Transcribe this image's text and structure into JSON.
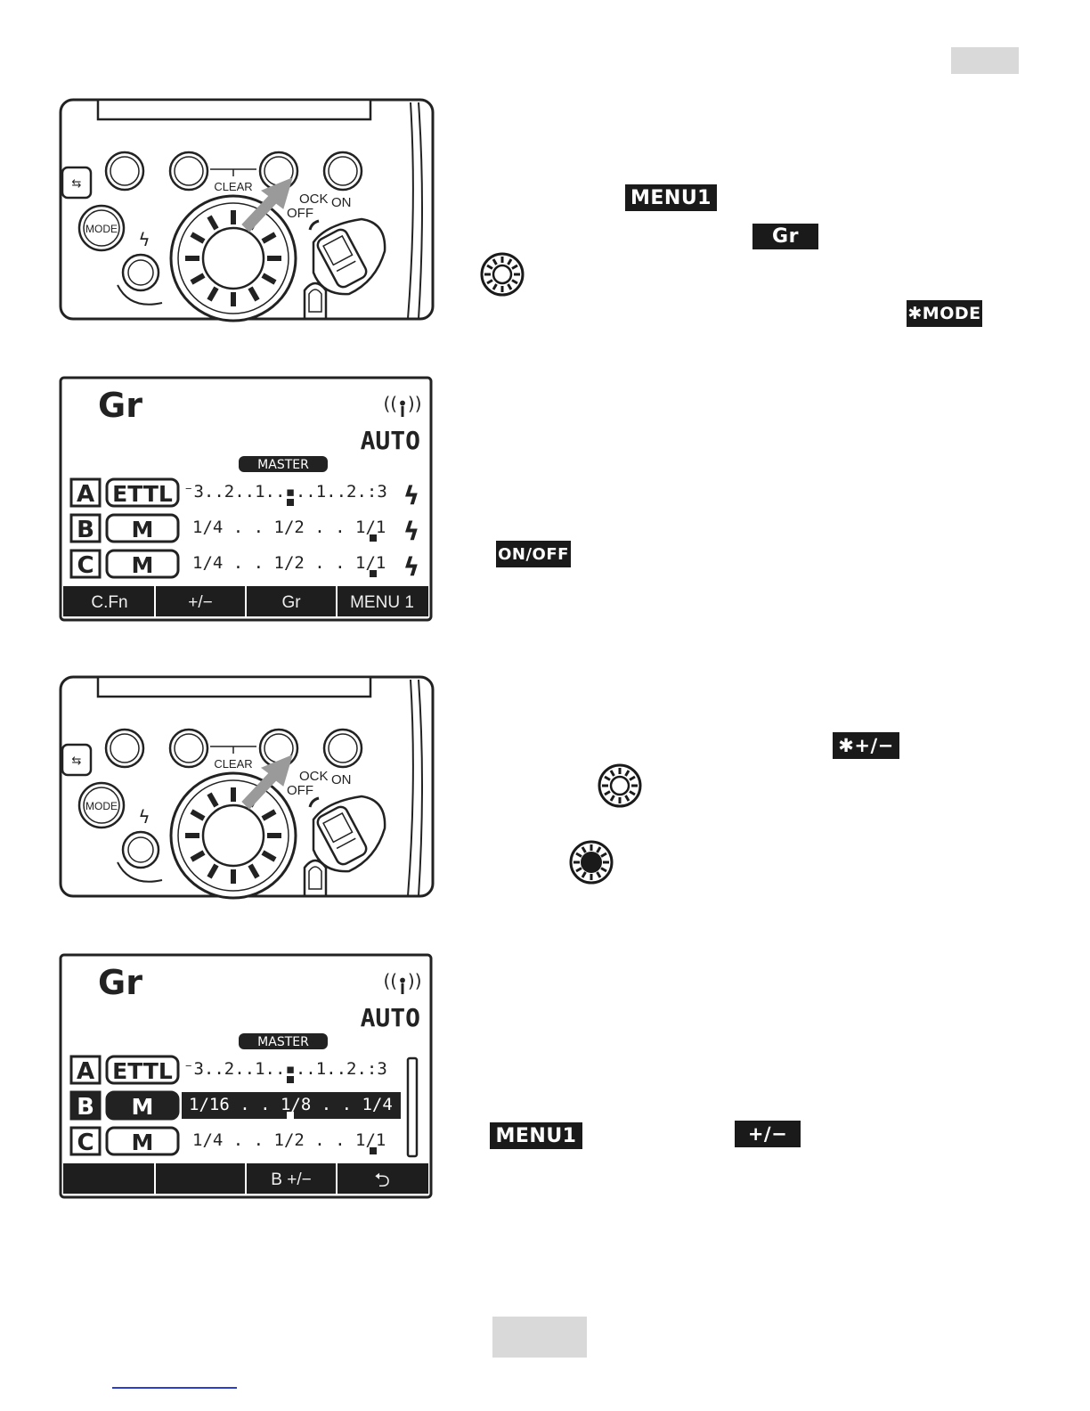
{
  "page": {
    "gray_tab_top": "",
    "gray_tab_bottom": ""
  },
  "flash_panel": {
    "clear_label": "CLEAR",
    "lock_label": "OCK",
    "off_label": "OFF",
    "on_label": "ON",
    "mode_label": "MODE"
  },
  "lcd_1": {
    "mode_label": "Gr",
    "auto_label": "AUTO",
    "master_label": "MASTER",
    "rows": [
      {
        "group": "A",
        "mode": "ETTL",
        "scale": "⁻3..2..1..▪..1..2.:3"
      },
      {
        "group": "B",
        "mode": "M",
        "scale": "1/4 . . 1/2 . . 1/1"
      },
      {
        "group": "C",
        "mode": "M",
        "scale": "1/4 . . 1/2 . . 1/1"
      }
    ],
    "softkeys": [
      "C.Fn",
      "+/−",
      "Gr",
      "MENU 1"
    ]
  },
  "lcd_2": {
    "mode_label": "Gr",
    "auto_label": "AUTO",
    "master_label": "MASTER",
    "rows": [
      {
        "group": "A",
        "mode": "ETTL",
        "scale": "⁻3..2..1..▪..1..2.:3"
      },
      {
        "group": "B",
        "mode": "M",
        "scale": "1/16 . . 1/8 . . 1/4"
      },
      {
        "group": "C",
        "mode": "M",
        "scale": "1/4 . . 1/2 . . 1/1"
      }
    ],
    "softkeys": [
      "",
      "",
      "B +/−",
      "⮌"
    ]
  },
  "labels": {
    "menu1": "MENU1",
    "gr": "Gr",
    "star_mode": "✱MODE",
    "on_off": "ON/OFF",
    "star_pm": "✱+∕−",
    "pm": "+∕−"
  }
}
